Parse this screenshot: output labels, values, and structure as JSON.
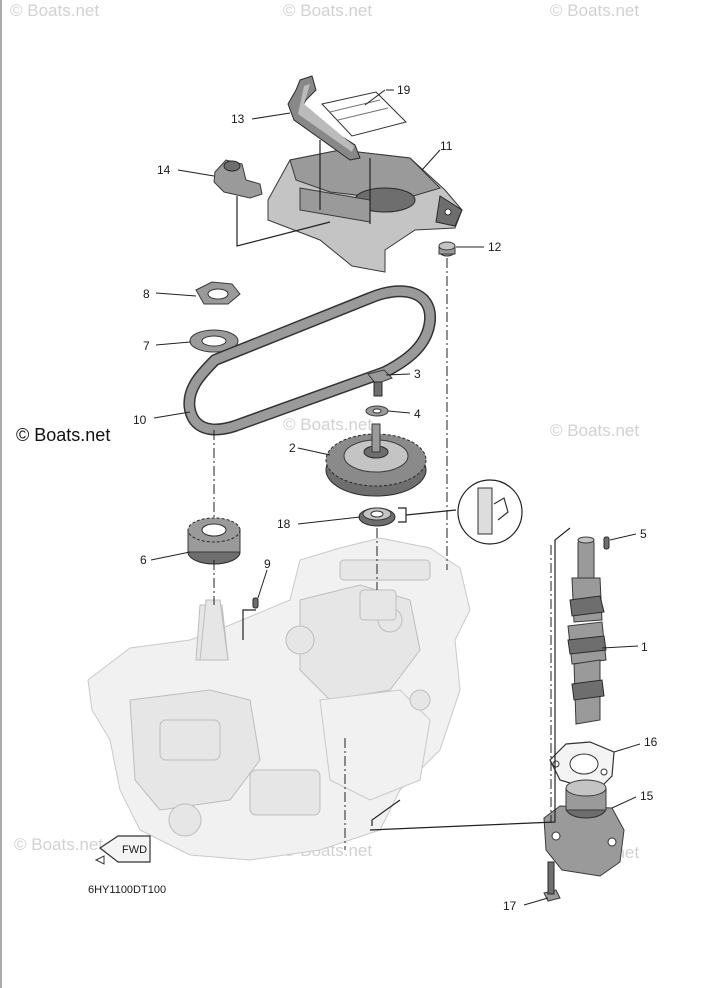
{
  "watermarks": [
    "© Boats.net",
    "© Boats.net",
    "© Boats.net",
    "© Boats.net",
    "© Boats.net",
    "© Boats.net",
    "© Boats.net",
    "© Boats.net"
  ],
  "watermark_main": "© Boats.net",
  "diagram_code": "6HY1100DT100",
  "fwd_label": "FWD",
  "callouts": [
    "1",
    "2",
    "3",
    "4",
    "5",
    "6",
    "7",
    "8",
    "9",
    "10",
    "11",
    "12",
    "13",
    "14",
    "15",
    "16",
    "17",
    "18",
    "19"
  ]
}
